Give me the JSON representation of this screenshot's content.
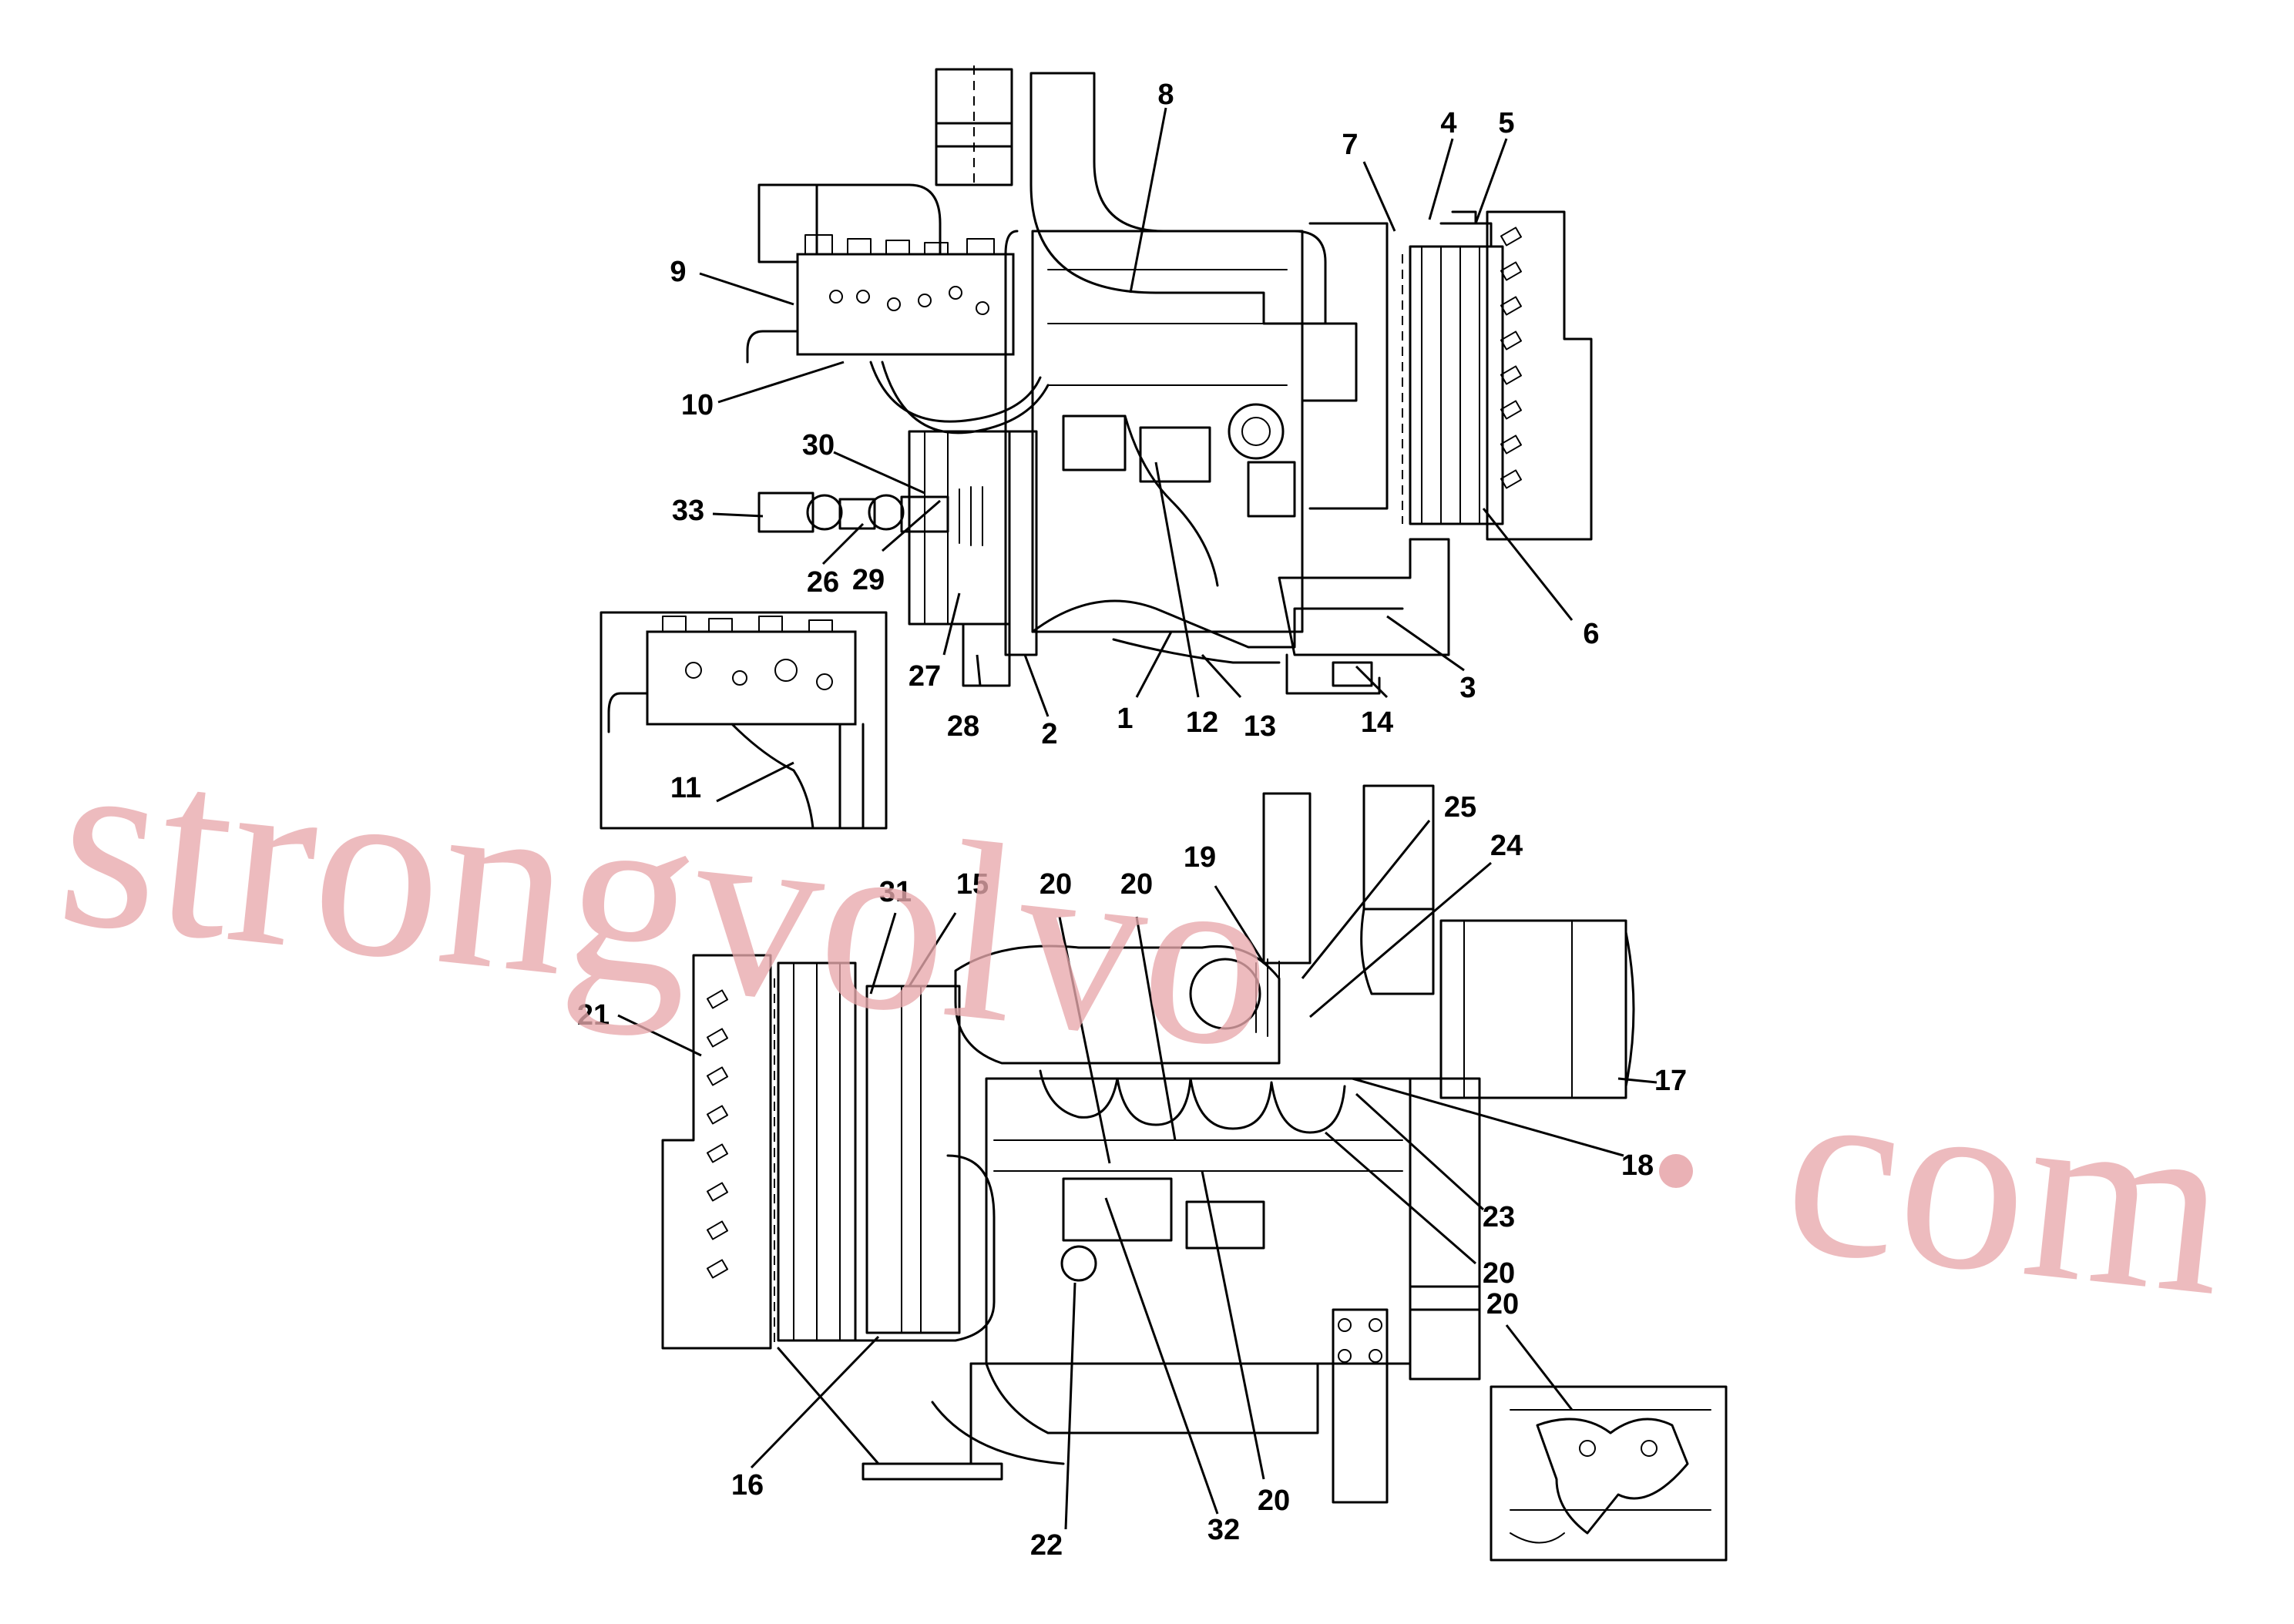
{
  "upper_view": {
    "callouts": [
      "8",
      "4",
      "5",
      "7",
      "9",
      "10",
      "30",
      "33",
      "26",
      "29",
      "27",
      "28",
      "2",
      "1",
      "12",
      "13",
      "14",
      "3",
      "6",
      "11"
    ]
  },
  "lower_view": {
    "callouts": [
      "25",
      "24",
      "19",
      "31",
      "15",
      "20",
      "20",
      "21",
      "17",
      "18",
      "23",
      "20",
      "16",
      "20",
      "32",
      "22",
      "20"
    ]
  },
  "watermark": {
    "text": "strongvolvo",
    "dot": ".",
    "suffix": "com",
    "color": "#e8a9ad"
  }
}
